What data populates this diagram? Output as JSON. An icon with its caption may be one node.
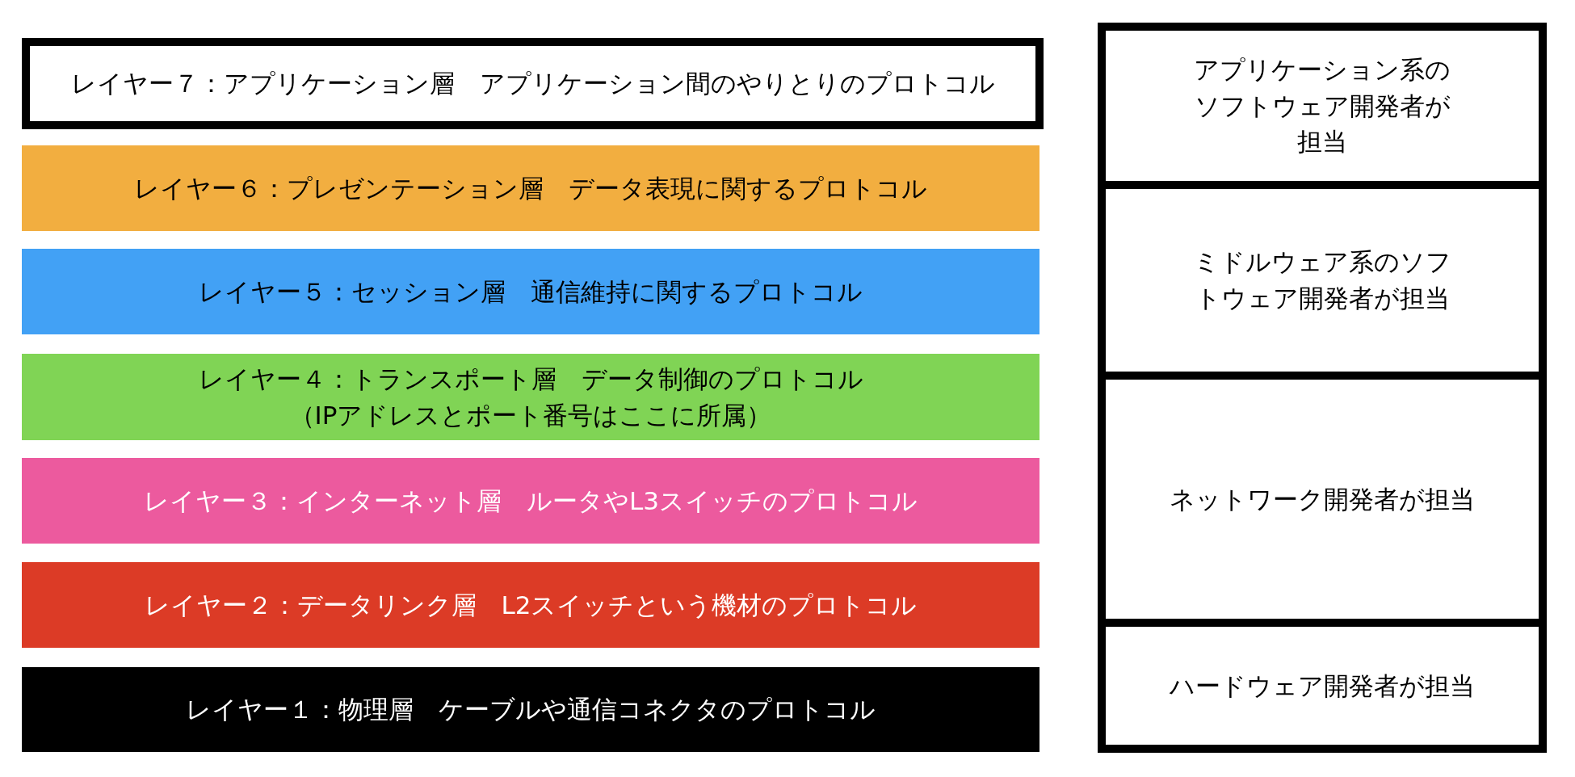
{
  "diagram": {
    "nodes": [
      {
        "text": [
          "レイヤー７：アプリケーション層　アプリケーション間のやりとりのプロトコル"
        ]
      },
      {
        "text": [
          "レイヤー６：プレゼンテーション層　データ表現に関するプロトコル"
        ]
      },
      {
        "text": [
          "レイヤー５：セッション層　通信維持に関するプロトコル"
        ]
      },
      {
        "text": [
          "レイヤー４：トランスポート層　データ制御のプロトコル",
          "（IPアドレスとポート番号はここに所属）"
        ]
      },
      {
        "text": [
          "レイヤー３：インターネット層　ルータやL3スイッチのプロトコル"
        ]
      },
      {
        "text": [
          "レイヤー２：データリンク層　L2スイッチという機材のプロトコル"
        ]
      },
      {
        "text": [
          "レイヤー１：物理層　ケーブルや通信コネクタのプロトコル"
        ]
      },
      {
        "text": [
          "アプリケーション系のソフトウェア開発者が担当"
        ]
      },
      {
        "text": [
          "ミドルウェア系のソフトウェア開発者が担当"
        ]
      },
      {
        "text": [
          "ネットワーク開発者が担当"
        ]
      },
      {
        "text": [
          "ハードウェア開発者が担当"
        ]
      }
    ]
  }
}
